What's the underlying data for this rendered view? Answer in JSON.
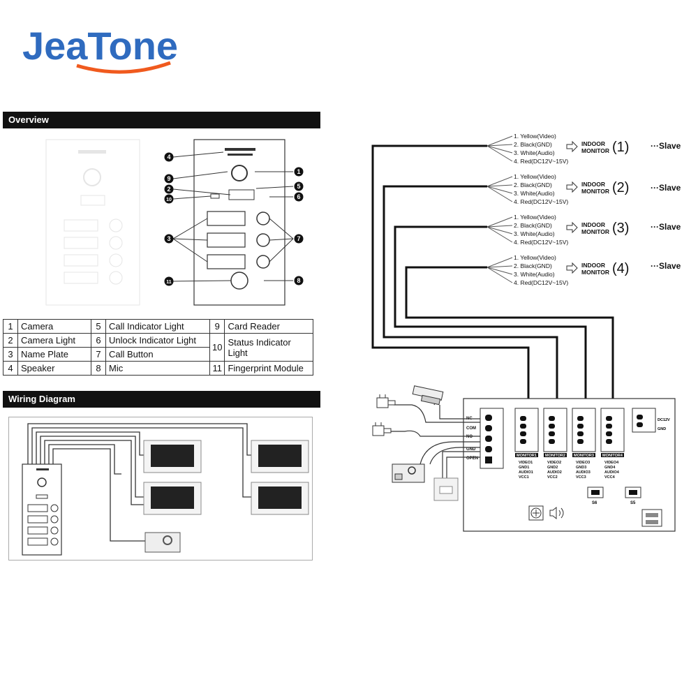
{
  "brand": {
    "logo_text": "JeaTone"
  },
  "overview": {
    "title": "Overview"
  },
  "wiring": {
    "title": "Wiring Diagram"
  },
  "callouts": [
    "1",
    "2",
    "3",
    "4",
    "5",
    "6",
    "7",
    "8",
    "9",
    "10",
    "11"
  ],
  "legend": [
    {
      "num": "1",
      "label": "Camera"
    },
    {
      "num": "2",
      "label": "Camera Light"
    },
    {
      "num": "3",
      "label": "Name Plate"
    },
    {
      "num": "4",
      "label": "Speaker"
    },
    {
      "num": "5",
      "label": "Call Indicator Light"
    },
    {
      "num": "6",
      "label": "Unlock Indicator Light"
    },
    {
      "num": "7",
      "label": "Call Button"
    },
    {
      "num": "8",
      "label": "Mic"
    },
    {
      "num": "9",
      "label": "Card Reader"
    },
    {
      "num": "10",
      "label": "Status Indicator Light"
    },
    {
      "num": "11",
      "label": "Fingerprint Module"
    }
  ],
  "monitor_wires": [
    "1. Yellow(Video)",
    "2. Black(GND)",
    "3. White(Audio)",
    "4. Red(DC12V~15V)"
  ],
  "indoor_monitors": [
    {
      "label_line1": "INDOOR",
      "label_line2": "MONITOR",
      "index": "(1)",
      "role": "···Slave"
    },
    {
      "label_line1": "INDOOR",
      "label_line2": "MONITOR",
      "index": "(2)",
      "role": "···Slave"
    },
    {
      "label_line1": "INDOOR",
      "label_line2": "MONITOR",
      "index": "(3)",
      "role": "···Slave"
    },
    {
      "label_line1": "INDOOR",
      "label_line2": "MONITOR",
      "index": "(4)",
      "role": "···Slave"
    }
  ],
  "board": {
    "lock_terminals": [
      "NC",
      "COM",
      "NO",
      "GND",
      "OPEN"
    ],
    "monitor_terminals": [
      {
        "title": "MONITOR1",
        "pins": [
          "VIDEO1",
          "GND1",
          "AUDIO1",
          "VCC1"
        ]
      },
      {
        "title": "MONITOR2",
        "pins": [
          "VIDEO2",
          "GND2",
          "AUDIO2",
          "VCC2"
        ]
      },
      {
        "title": "MONITOR3",
        "pins": [
          "VIDEO3",
          "GND3",
          "AUDIO3",
          "VCC3"
        ]
      },
      {
        "title": "MONITOR4",
        "pins": [
          "VIDEO4",
          "GND4",
          "AUDIO4",
          "VCC4"
        ]
      }
    ],
    "power_labels": [
      "DC12V",
      "GND"
    ],
    "switch_labels": [
      "S6",
      "S5"
    ]
  },
  "colors": {
    "logo_blue": "#2f6bbf",
    "logo_orange": "#f05a1e",
    "bar": "#111111"
  }
}
